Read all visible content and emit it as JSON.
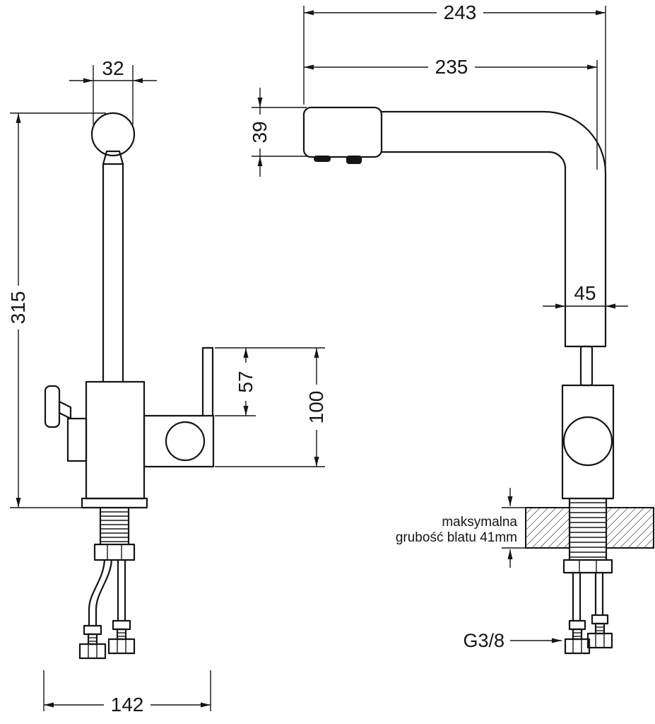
{
  "drawing": {
    "dims": {
      "overall_depth": "243",
      "spout_depth": "235",
      "head_width": "32",
      "total_height": "315",
      "spout_head_height": "39",
      "column_width": "45",
      "outlet_spacing": "57",
      "outlet_height": "100",
      "hose_spread": "142"
    },
    "labels": {
      "counter_note_line1": "maksymalna",
      "counter_note_line2": "grubość blatu 41mm",
      "connection_thread": "G3/8"
    }
  }
}
